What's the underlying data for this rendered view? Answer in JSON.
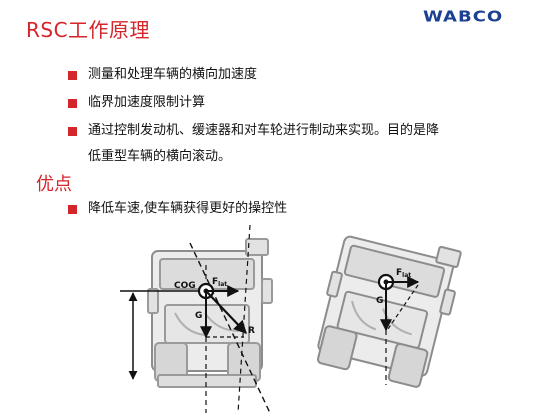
{
  "title": "RSC工作原理",
  "logo": "WABCO",
  "bullets": [
    "测量和处理车辆的横向加速度",
    "临界加速度限制计算",
    "通过控制发动机、缓速器和对车轮进行制动来实现。目的是降"
  ],
  "bullet_continuation": "低重型车辆的横向滚动。",
  "section_title": "优点",
  "advantages": [
    "降低车速,使车辆获得更好的操控性"
  ],
  "diagram_left": {
    "cog_label": "COG",
    "force_label": "F",
    "force_sub": "lat",
    "gravity_label": "G",
    "resultant_label": "R"
  },
  "diagram_right": {
    "force_label": "F",
    "force_sub": "lat",
    "gravity_label": "G"
  },
  "colors": {
    "accent": "#d4252b",
    "logo": "#1b3f91"
  }
}
